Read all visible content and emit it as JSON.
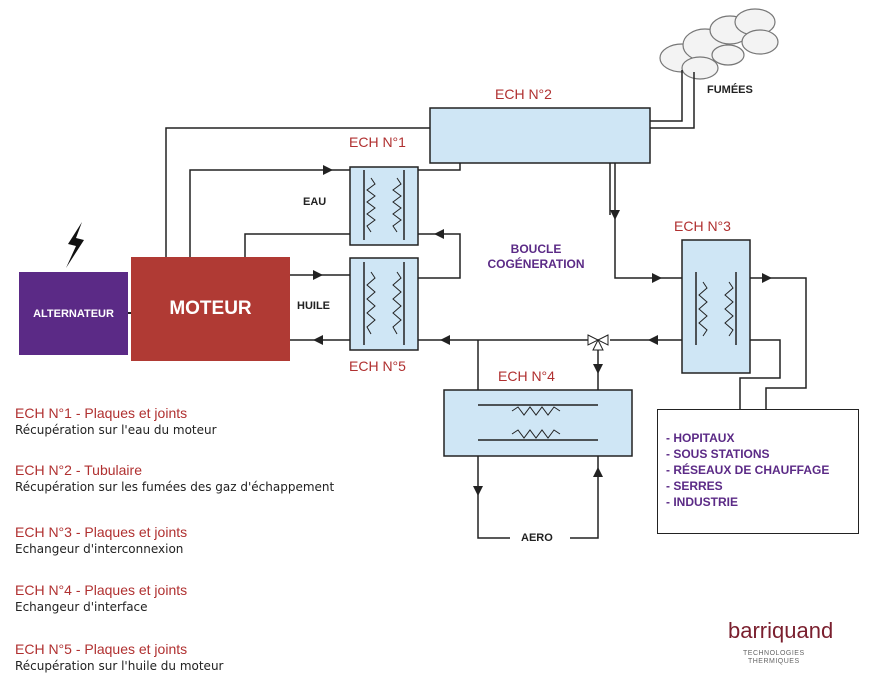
{
  "blocks": {
    "alternator": "ALTERNATEUR",
    "engine": "MOTEUR"
  },
  "exchangers": {
    "ech1": "ECH N°1",
    "ech2": "ECH N°2",
    "ech3": "ECH N°3",
    "ech4": "ECH N°4",
    "ech5": "ECH N°5"
  },
  "labels": {
    "eau": "EAU",
    "huile": "HUILE",
    "fumees": "FUMÉES",
    "boucle_line1": "BOUCLE",
    "boucle_line2": "COGÉNERATION",
    "aero": "AERO"
  },
  "uses": [
    "- HOPITAUX",
    "- SOUS STATIONS",
    "- RÉSEAUX DE CHAUFFAGE",
    "- SERRES",
    "- INDUSTRIE"
  ],
  "legend": [
    {
      "title": "ECH N°1 - Plaques et joints",
      "desc": "Récupération sur l'eau du moteur"
    },
    {
      "title": "ECH N°2 - Tubulaire",
      "desc": "Récupération sur les fumées des gaz d'échappement"
    },
    {
      "title": "ECH N°3 - Plaques et joints",
      "desc": "Echangeur d'interconnexion"
    },
    {
      "title": "ECH N°4 - Plaques et joints",
      "desc": "Echangeur d'interface"
    },
    {
      "title": "ECH N°5 - Plaques et joints",
      "desc": "Récupération sur l'huile du moteur"
    }
  ],
  "logo": {
    "name": "barriquand",
    "sub_line1": "TECHNOLOGIES",
    "sub_line2": "THERMIQUES"
  },
  "colors": {
    "alternator": "#5b2a86",
    "engine": "#b03a34",
    "exchanger_fill": "#cfe6f5",
    "title_red": "#b03030",
    "purple_text": "#5b2a86"
  }
}
